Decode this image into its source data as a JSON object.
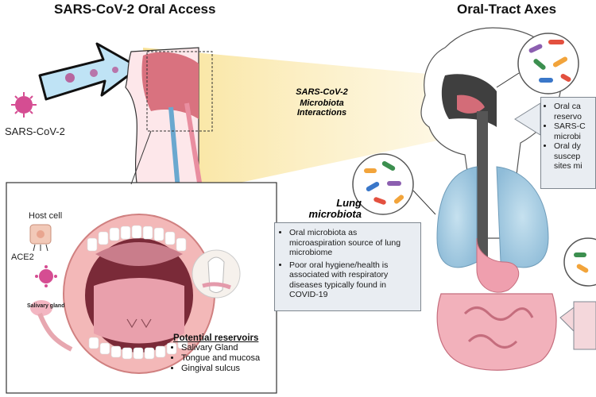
{
  "titles": {
    "left": "SARS-CoV-2 Oral Access",
    "right": "Oral-Tract Axes"
  },
  "virus_label": "SARS-CoV-2",
  "interaction_label": {
    "line1": "SARS-CoV-2",
    "line2": "Microbiota Interactions"
  },
  "inset": {
    "host_cell": "Host cell",
    "ace2": "ACE2",
    "salivary_gland": "Salivary gland",
    "reservoirs_title": "Potential reservoirs",
    "reservoirs": [
      "Salivary Gland",
      "Tongue and mucosa",
      "Gingival sulcus"
    ]
  },
  "lung": {
    "title_line1": "Lung",
    "title_line2": "microbiota",
    "bullets": [
      "Oral microbiota as microaspiration source of lung microbiome",
      "Poor oral hygiene/health is associated with respiratory diseases typically found in COVID-19"
    ]
  },
  "oral_box": {
    "bullets": [
      "Oral ca reservo",
      "SARS-C microbi",
      "Oral dy suscep sites mi"
    ]
  },
  "colors": {
    "arrow_fill": "#bfe3f5",
    "beam": "#fbeec0",
    "lung": "#a9cde3",
    "tissue": "#e7a7b0",
    "box_bg": "#e9edf2",
    "virus": "#cf3f86"
  }
}
